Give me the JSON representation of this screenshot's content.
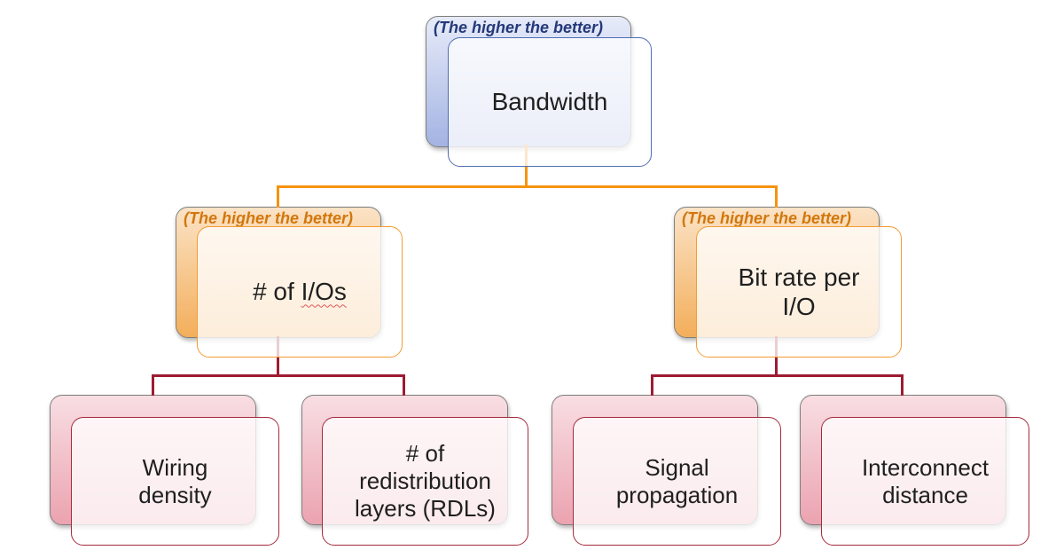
{
  "diagram_title": "Bandwidth factor hierarchy",
  "colors": {
    "c-text": "#1f1f1f",
    "c-back-border": "#7f7f7f",
    "c-orange-line": "#f6930e",
    "c-red-line": "#9e1b32",
    "c-blue-border": "#4f6eb3",
    "c-blue-tag": "#24397a",
    "c-blue-grad-a": "#e7ebf9",
    "c-blue-grad-b": "#a3b3e2",
    "c-orange-border": "#f49b33",
    "c-orange-tag": "#d2770e",
    "c-orange-grad-a": "#fbe3c6",
    "c-orange-grad-b": "#f3ae5b",
    "c-pink-border": "#a52a3c",
    "c-pink-grad-a": "#f8dee3",
    "c-pink-grad-b": "#eba3b0",
    "c-squiggle": "#e05a5a"
  },
  "tree": {
    "root": {
      "tag": "(The higher the better)",
      "label": "Bandwidth"
    },
    "level2": [
      {
        "tag": "(The higher the better)",
        "label_prefix": "# of ",
        "label_flagged": "I/Os"
      },
      {
        "tag": "(The higher the better)",
        "label": "Bit rate per\nI/O"
      }
    ],
    "level3": [
      {
        "label": "Wiring\ndensity"
      },
      {
        "label": "# of\nredistribution\nlayers (RDLs)"
      },
      {
        "label": "Signal\npropagation"
      },
      {
        "label": "Interconnect\ndistance"
      }
    ]
  },
  "chart_data": {
    "type": "table",
    "title": "Bandwidth factor tree",
    "hierarchy": {
      "Bandwidth": {
        "# of I/Os": [
          "Wiring density",
          "# of redistribution layers (RDLs)"
        ],
        "Bit rate per I/O": [
          "Signal propagation",
          "Interconnect distance"
        ]
      }
    }
  }
}
